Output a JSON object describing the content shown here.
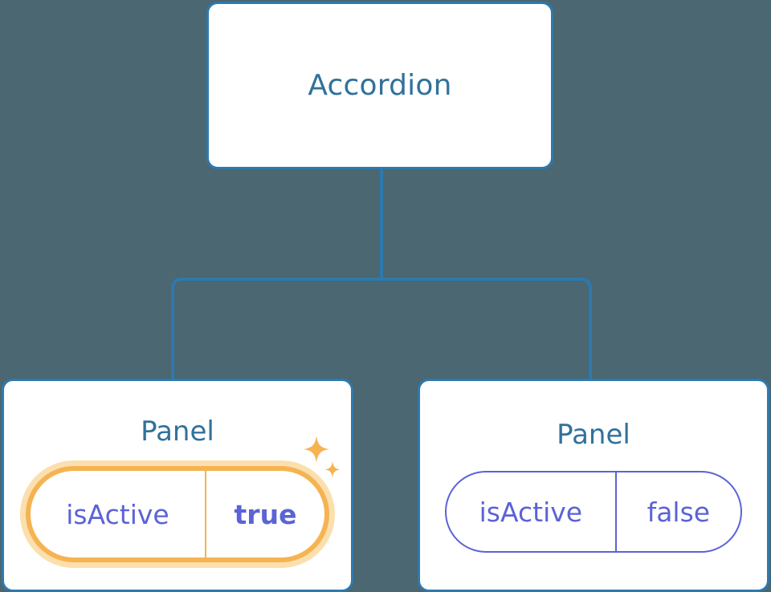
{
  "diagram": {
    "background_color": "#4b6771",
    "node_border_color": "#2e79ae",
    "node_title_color": "#31719b",
    "connector_color": "#2e79ae",
    "prop_color": "#5b63d6",
    "highlight_color": "#f6b352",
    "highlight_glow_color": "#fbdfae",
    "root": {
      "title": "Accordion"
    },
    "children": [
      {
        "title": "Panel",
        "prop": {
          "key": "isActive",
          "value": "true"
        },
        "highlighted": true,
        "sparkle_icon": "sparkles-icon"
      },
      {
        "title": "Panel",
        "prop": {
          "key": "isActive",
          "value": "false"
        },
        "highlighted": false
      }
    ]
  }
}
